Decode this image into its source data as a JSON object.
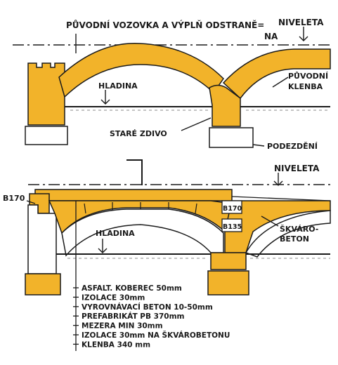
{
  "colors": {
    "fill": "#f2b32a",
    "ink": "#1a1a1a",
    "paper": "#ffffff",
    "gray": "#bdbdbd"
  },
  "labels": {
    "original_road": "PŮVODNÍ VOZOVKA A VÝPLŇ ODSTRANĚ=",
    "original_road_cont": "NA",
    "niveleta_top": "NIVELETA",
    "original_arch_1": "PŮVODNÍ",
    "original_arch_2": "KLENBA",
    "water_top": "HLADINA",
    "old_masonry": "STARÉ ZDIVO",
    "underpinning": "PODEZDĚNÍ",
    "section_mark": "I",
    "niveleta_bottom": "NIVELETA",
    "b170_left": "B170",
    "b170_right": "B170",
    "b135": "B135",
    "cinder_1": "ŠKVÁRO-",
    "cinder_2": "BETON",
    "water_bottom": "HLADINA"
  },
  "layers": [
    "ASFALT. KOBEREC  50mm",
    "IZOLACE  30mm",
    "VYROVNÁVACÍ BETON  10-50mm",
    "PREFABRIKÁT PB  370mm",
    "MEZERA MIN 30mm",
    "IZOLACE  30mm NA ŠKVÁROBETONU",
    "KLENBA  340 mm"
  ]
}
